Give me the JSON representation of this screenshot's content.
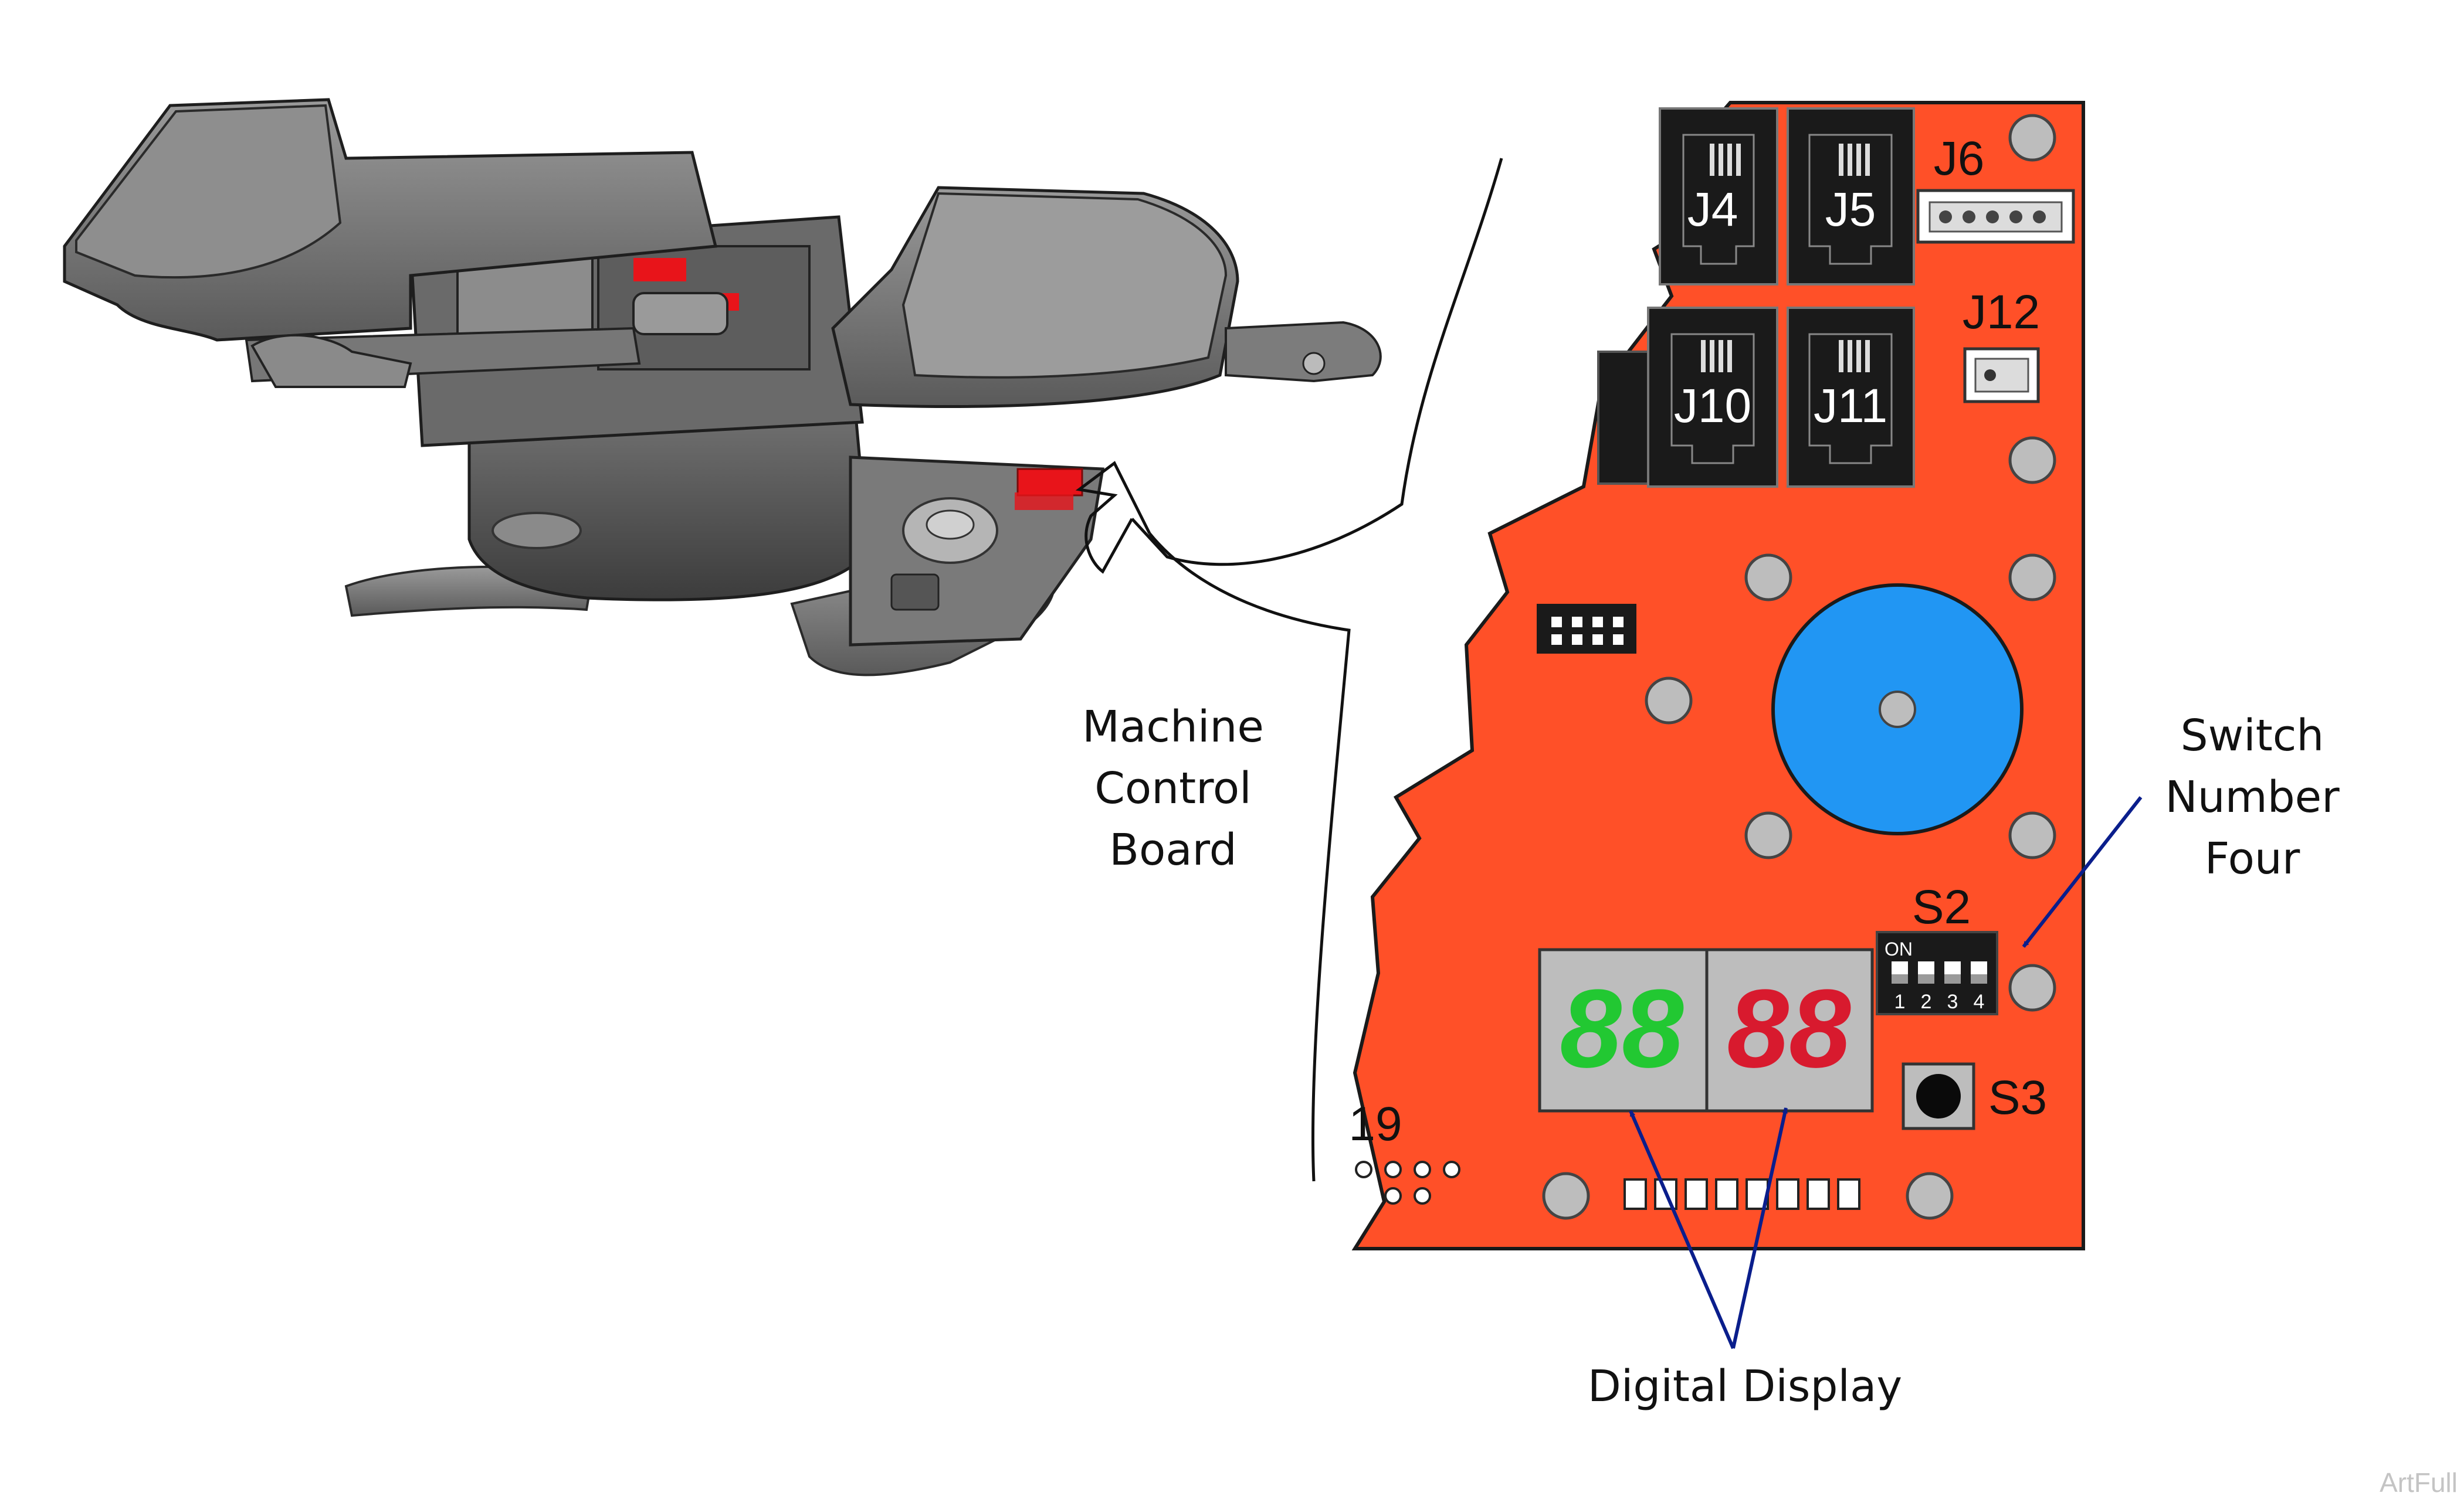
{
  "labels": {
    "machine_control_board": [
      "Machine",
      "Control",
      "Board"
    ],
    "switch_number_four": [
      "Switch",
      "Number",
      "Four"
    ],
    "digital_display": "Digital Display"
  },
  "board": {
    "connectors": {
      "j4": "J4",
      "j5": "J5",
      "j6": "J6",
      "j10": "J10",
      "j11": "J11",
      "j12": "J12",
      "partial": "19"
    },
    "switch_s2": {
      "label": "S2",
      "on_text": "ON",
      "positions": [
        "1",
        "2",
        "3",
        "4"
      ]
    },
    "button_s3": {
      "label": "S3"
    },
    "display": {
      "left_digits": "88",
      "right_digits": "88"
    }
  },
  "watermark": "ArtFull",
  "colors": {
    "board": "#FF5028",
    "buzzer": "#2196F3",
    "display_green": "#22C832",
    "display_red": "#D81A2E",
    "callout_arrow": "#0A1E8C",
    "highlight_red": "#E8141A"
  }
}
